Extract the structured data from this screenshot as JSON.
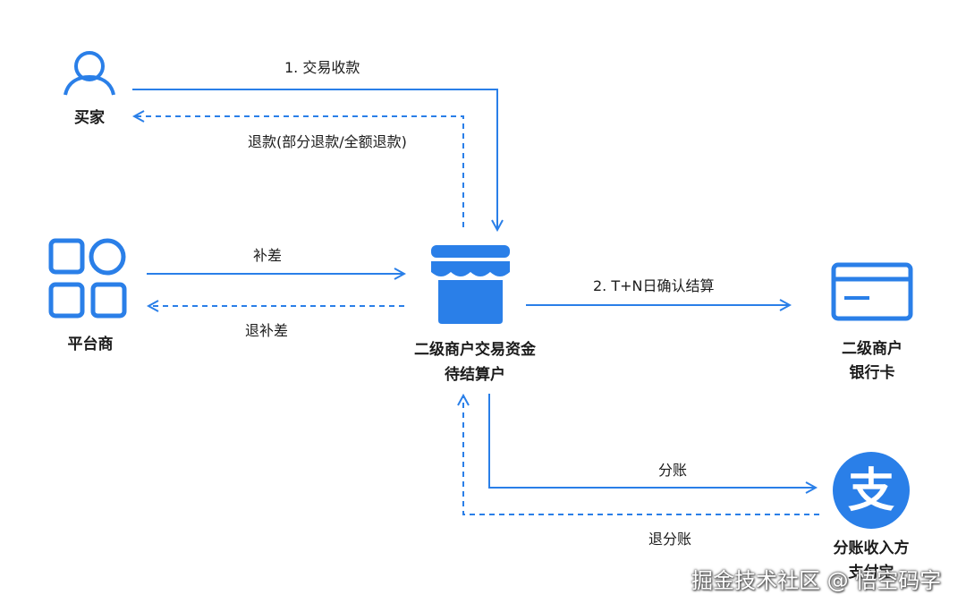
{
  "colors": {
    "accent": "#2a7fe8",
    "text": "#1b1b1b"
  },
  "nodes": {
    "buyer": {
      "label": "买家",
      "icon": "user-icon"
    },
    "platform": {
      "label": "平台商",
      "icon": "grid-apps-icon"
    },
    "escrow": {
      "label_line1": "二级商户交易资金",
      "label_line2": "待结算户",
      "icon": "store-icon"
    },
    "bank": {
      "label_line1": "二级商户",
      "label_line2": "银行卡",
      "icon": "bank-card-icon"
    },
    "alipay": {
      "label_line1": "分账收入方",
      "label_line2": "支付宝",
      "icon": "alipay-icon",
      "glyph": "支"
    }
  },
  "edges": {
    "collect": "1. 交易收款",
    "refund": "退款(部分退款/全额退款)",
    "subsidy": "补差",
    "refund_subsidy": "退补差",
    "settle": "2. T+N日确认结算",
    "split": "分账",
    "refund_split": "退分账"
  },
  "watermark": "掘金技术社区 @ 悟空码字"
}
